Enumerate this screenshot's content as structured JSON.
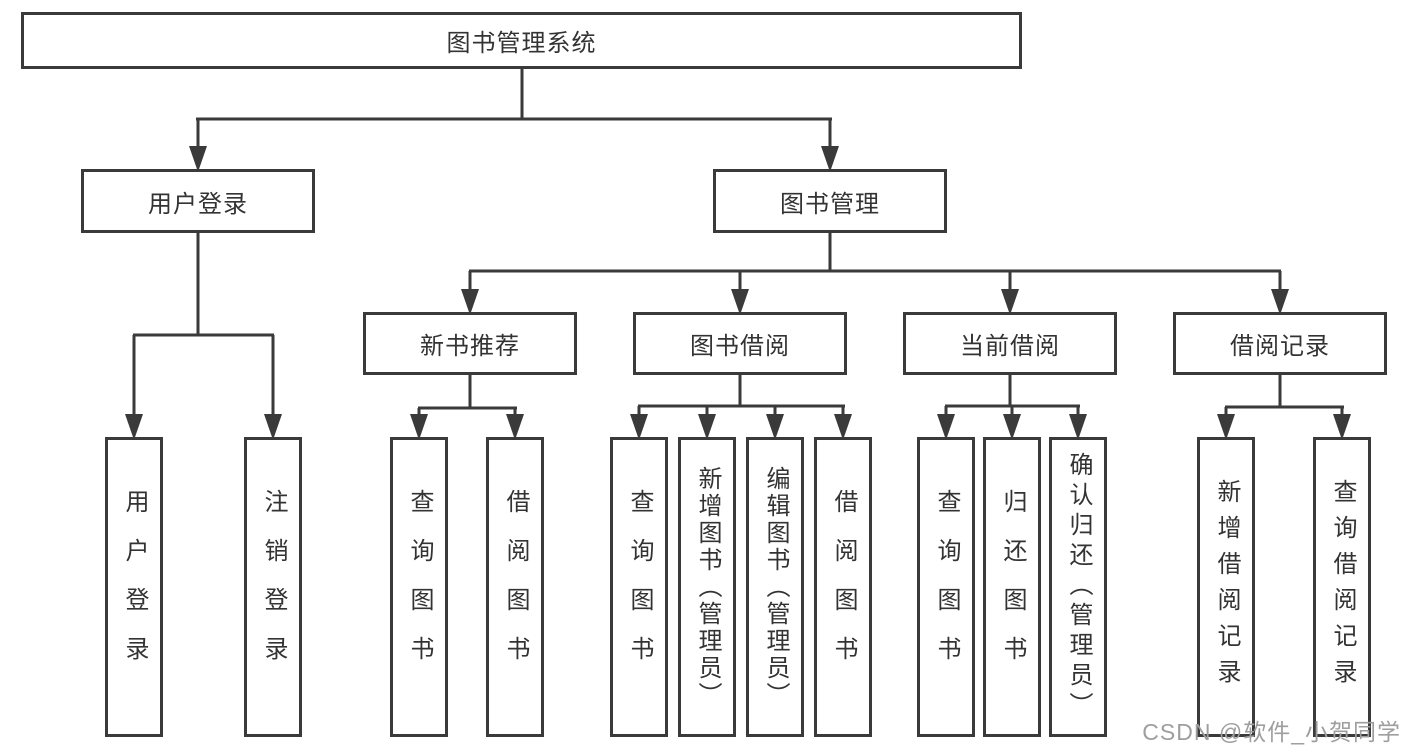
{
  "root": {
    "label": "图书管理系统"
  },
  "level2": [
    {
      "label": "用户登录"
    },
    {
      "label": "图书管理"
    }
  ],
  "level3": [
    {
      "label": "新书推荐"
    },
    {
      "label": "图书借阅"
    },
    {
      "label": "当前借阅"
    },
    {
      "label": "借阅记录"
    }
  ],
  "leaves": {
    "login": [
      {
        "label": "用户登录"
      },
      {
        "label": "注销登录"
      }
    ],
    "recommend": [
      {
        "label": "查询图书"
      },
      {
        "label": "借阅图书"
      }
    ],
    "borrow": [
      {
        "label": "查询图书"
      },
      {
        "label": "新增图书（管理员）"
      },
      {
        "label": "编辑图书（管理员）"
      },
      {
        "label": "借阅图书"
      }
    ],
    "current": [
      {
        "label": "查询图书"
      },
      {
        "label": "归还图书"
      },
      {
        "label": "确认归还（管理员）"
      }
    ],
    "records": [
      {
        "label": "新增借阅记录"
      },
      {
        "label": "查询借阅记录"
      }
    ]
  },
  "watermark": {
    "label": "CSDN @软件_小贺同学"
  },
  "colors": {
    "line": "#3a3a3a",
    "text": "#333333",
    "watermark": "#9e9e9e",
    "background": "#ffffff"
  }
}
